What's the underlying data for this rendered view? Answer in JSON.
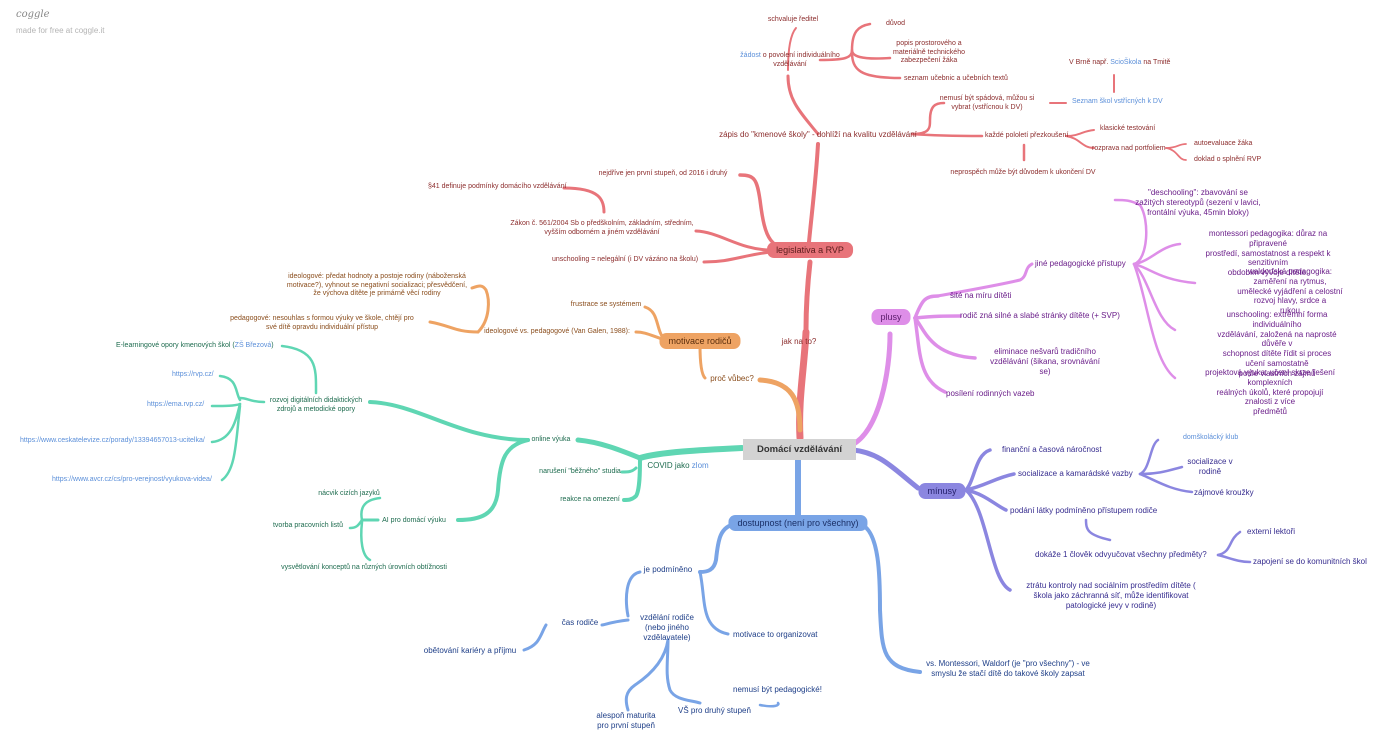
{
  "header": {
    "brand": "coggle",
    "made_with": "made for free at coggle.it"
  },
  "center": {
    "label": "Domácí vzdělávání"
  },
  "legislativa": {
    "label": "legislativa a RVP",
    "zapis": "zápis do \"kmenové školy\" - dohlíží na kvalitu vzdělávání",
    "zadost_link": "žádost",
    "zadost_rest": " o povolení individuálního\nvzdělávání",
    "schvaluje": "schvaluje ředitel",
    "duvod": "důvod",
    "popis": "popis prostorového a\nmateriálně technického\nzabezpečení žáka",
    "seznam": "seznam učebnic a učebních textů",
    "nemusi": "nemusí být spádová, můžou si\nvybrat (vstřícnou k DV)",
    "seznam_skol": "Seznam škol vstřícných k DV",
    "brno_pre": "V Brně např. ",
    "brno_link": "ScioŠkola",
    "brno_post": " na Tmitě",
    "kazde": "každé pololetí přezkoušení",
    "klasicke": "klasické testování",
    "rozprava": "rozprava nad portfoliem",
    "autoevaluace": "autoevaluace žáka",
    "doklad": "doklad o splnění RVP",
    "neprospech": "neprospěch může být důvodem k ukončení DV",
    "nejdrive": "nejdříve jen první stupeň, od 2016 i druhý",
    "par41": "§41 definuje podmínky domácího vzdělávání",
    "zakon": "Zákon č. 561/2004 Sb o předškolním, základním, středním,\nvyšším odborném a jiném vzdělávání",
    "unschooling": "unschooling = nelegální (i DV vázáno na školu)"
  },
  "jak": {
    "label": "jak na to?"
  },
  "motivace": {
    "label": "motivace rodičů",
    "proc": "proč vůbec?",
    "frustrace": "frustrace se systémem",
    "ideologove_vs": "ideologové vs. pedagogové (Van Galen, 1988):",
    "ideologove": "ideologové: předat hodnoty a postoje rodiny (náboženská\nmotivace?), vyhnout se negativní socializaci; přesvědčení,\nže výchova dítěte je primárně věcí rodiny",
    "pedagogove": "pedagogové: nesouhlas s formou výuky ve škole, chtějí pro\nsvé dítě opravdu individuální přístup"
  },
  "covid": {
    "label_pre": "COVID jako ",
    "label_link": "zlom",
    "online": "online výuka",
    "naruseni": "narušení \"běžného\" studia",
    "reakce": "reakce na omezení",
    "rozvoj": "rozvoj digitálních didaktických\nzdrojů a metodické opory",
    "elearning_pre": "E-learningové opory kmenových škol (",
    "elearning_link": "ZŠ Březová",
    "elearning_post": ")",
    "links": [
      "https://rvp.cz/",
      "https://ema.rvp.cz/",
      "https://www.ceskatelevize.cz/porady/13394657013-ucitelka/",
      "https://www.avcr.cz/cs/pro-verejnost/vyukova-videa/"
    ],
    "ai": "AI pro domácí výuku",
    "ai_items": [
      "nácvik cizích jazyků",
      "tvorba pracovních listů",
      "vysvětlování konceptů na různých úrovních obtížnosti"
    ]
  },
  "plusy": {
    "label": "plusy",
    "jine": "jiné pedagogické přístupy",
    "deschooling": "\"deschooling\": zbavování se\nzažitých stereotypů (sezení v lavici,\nfrontální výuka, 45min bloky)",
    "montessori": "montessori pedagogika: důraz na připravené\nprostředí, samostatnost a respekt k senzitivním\nobdobím vývoje dítěte.",
    "waldorf": "waldorfská pedagogika: zaměření na rytmus,\numělecké vyjádření a celostní rozvoj hlavy, srdce a\nrukou",
    "unschooling": "unschooling: extrémní forma individuálního\nvzdělávání, založená na naprosté důvěře v\nschopnost dítěte řídit si proces učení samostatně\npodle vlastních zájmů",
    "projektova": "projektová výuka: učení skrze řešení komplexních\nreálných úkolů, které propojují znalosti z více\npředmětů",
    "site": "šité na míru dítěti",
    "rodic": "rodič zná silné a slabé stránky dítěte (+ SVP)",
    "eliminace": "eliminace nešvarů tradičního\nvzdělávání (šikana, srovnávání\nse)",
    "posileni": "posílení rodinných vazeb"
  },
  "minusy": {
    "label": "mínusy",
    "financni": "finanční a časová náročnost",
    "socializace": "socializace a kamarádské vazby",
    "domskolacky": "domškolácký klub",
    "soc_v_rodine": "socializace v\nrodině",
    "zajmove": "zájmové kroužky",
    "podani": "podání látky podmíněno přístupem rodiče",
    "dokaze": "dokáže 1 člověk odvyučovat všechny předměty?",
    "externi": "externí lektoři",
    "zapojeni": "zapojení se do komunitních škol",
    "ztratu": "ztrátu kontroly nad sociálním prostředím dítěte (\nškola jako záchranná síť, může identifikovat\npatologické jevy v rodině)"
  },
  "dostupnost": {
    "label": "dostupnost (není pro všechny)",
    "podmineno": "je podmíněno",
    "cas": "čas rodiče",
    "obetovani": "obětování kariéry a příjmu",
    "vzdelani": "vzdělání rodiče\n(nebo jiného\nvzdělavatele)",
    "motivace_org": "motivace to organizovat",
    "alespon": "alespoň maturita\npro první stupeň",
    "vs_druhy": "VŠ pro druhý stupeň",
    "nemusi_ped": "nemusí být pedagogické!",
    "vs_montessori": "vs. Montessori, Waldorf (je \"pro všechny\") - ve\nsmyslu že stačí dítě do takové školy zapsat"
  },
  "colors": {
    "red": "#e8747a",
    "orange": "#eea363",
    "teal": "#5fd6b3",
    "pink": "#de8ee8",
    "indigo": "#8b86e0",
    "blue": "#79a4e6",
    "center_bg": "#d3d3d3"
  }
}
